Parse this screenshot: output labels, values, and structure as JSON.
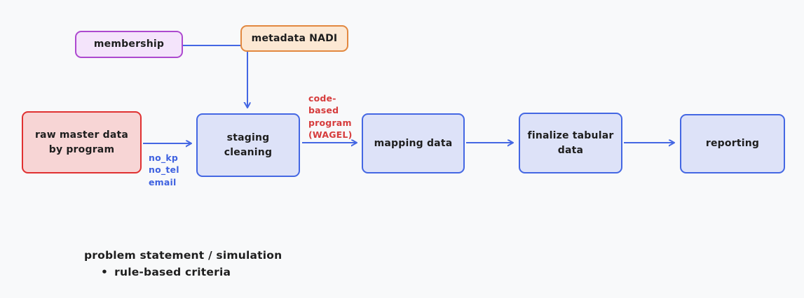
{
  "colors": {
    "background": "#f8f9fa",
    "ink": "#1e1e1e",
    "blue": "#4467e3",
    "blue-fill": "#dde2f8",
    "blue-label": "#3f62e0",
    "red": "#e03131",
    "red-fill": "#f7d5d5",
    "red-label": "#d63c3c",
    "purple": "#ad49cf",
    "purple-fill": "#f4e4fb",
    "orange": "#e2883f",
    "orange-fill": "#fce8d3"
  },
  "nodes": [
    {
      "id": "membership",
      "label": "membership"
    },
    {
      "id": "metadata-nadi",
      "label": "metadata NADI"
    },
    {
      "id": "raw-master-data",
      "label": "raw master data\nby program"
    },
    {
      "id": "staging-cleaning",
      "label": "staging\ncleaning"
    },
    {
      "id": "mapping-data",
      "label": "mapping data"
    },
    {
      "id": "finalize-tabular-data",
      "label": "finalize tabular\ndata"
    },
    {
      "id": "reporting",
      "label": "reporting"
    }
  ],
  "edge_labels": {
    "fields": "no_kp\nno_tel\nemail",
    "program": "code-\nbased\nprogram\n(WAGEL)"
  },
  "notes": {
    "title": "problem statement / simulation",
    "bullet_glyph": "•",
    "bullets": [
      "rule-based criteria"
    ]
  }
}
